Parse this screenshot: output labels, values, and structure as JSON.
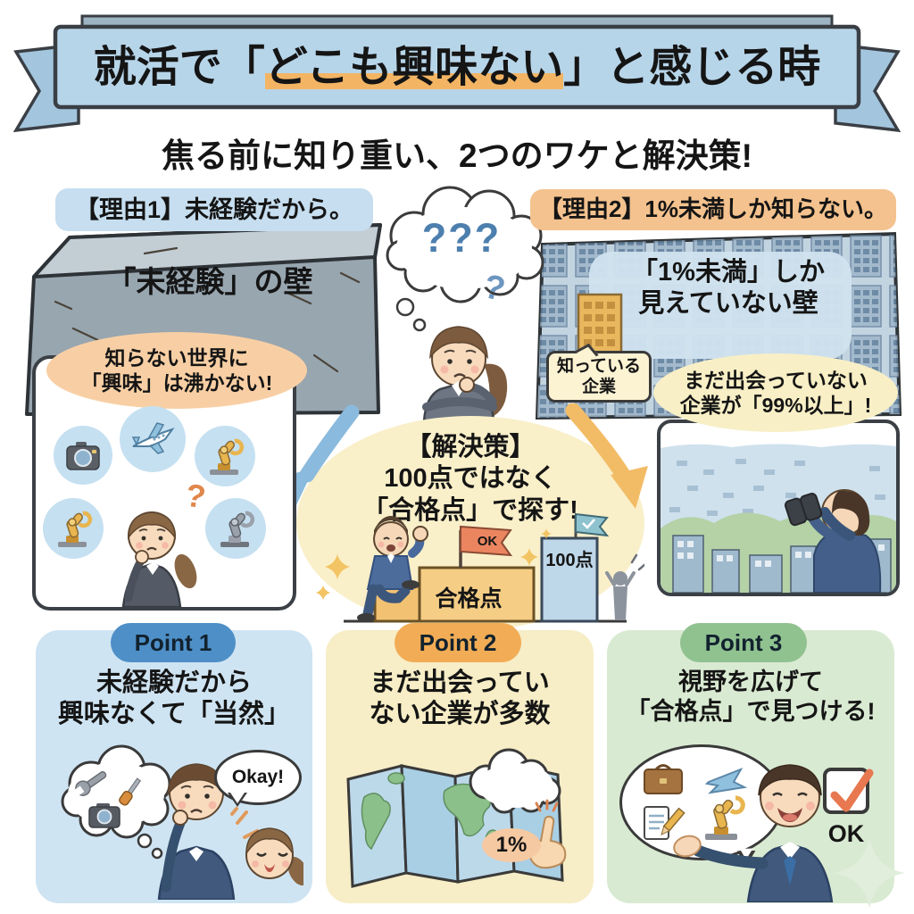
{
  "banner": {
    "title_pre": "就活で「",
    "title_highlight": "どこも興味ない",
    "title_post": "」と感じる時"
  },
  "subtitle": "焦る前に知り重い、2つのワケと解決策!",
  "reason1": {
    "label": "【理由1】未経験だから。",
    "wall_title": "「未経験」の壁",
    "bubble": "知らない世界に\n「興味」は沸かない!",
    "panel_question_mark": "?"
  },
  "reason2": {
    "label": "【理由2】1%未満しか知らない。",
    "wall_title": "「1%未満」しか\n見えていない壁",
    "known_company_label": "知っている\n企業",
    "bubble": "まだ出会っていない\n企業が「99%以上」!"
  },
  "center_figure": {
    "thought_marks": "???",
    "stray_mark": "?"
  },
  "solution": {
    "text": "【解決策】\n100点ではなく\n「合格点」で探す!",
    "flag_label": "OK",
    "step_label": "合格点",
    "pillar_label": "100点"
  },
  "points": [
    {
      "badge": "Point 1",
      "title": "未経験だから\n興味なくて「当然」",
      "speech": "Okay!"
    },
    {
      "badge": "Point 2",
      "title": "まだ出会ってい\nない企業が多数",
      "map_label": "1%"
    },
    {
      "badge": "Point 3",
      "title": "視野を広げて\n「合格点」で見つける!",
      "check_label": "OK"
    }
  ],
  "icons": {
    "left_panel": [
      "camera-icon",
      "airplane-icon",
      "robot-arm-icon",
      "robot-arm-icon",
      "robot-arm-icon"
    ],
    "point1_thought": [
      "wrench-icon",
      "screwdriver-icon",
      "camera-icon"
    ],
    "point3_speech": [
      "briefcase-icon",
      "airplane-icon",
      "document-pencil-icon",
      "robot-arm-icon"
    ]
  },
  "colors": {
    "banner_blue": "#b7d5e9",
    "highlight_orange": "#f3b564",
    "reason1_blue": "#c6deef",
    "reason2_orange": "#f4c28e",
    "solution_yellow": "#f9efc9",
    "card1_blue": "#cfe4f2",
    "card2_yellow": "#f7edc6",
    "card3_green": "#d9ead2",
    "badge1_blue": "#4e8fc7",
    "badge2_orange": "#f1ac55",
    "badge3_green": "#90c290"
  }
}
